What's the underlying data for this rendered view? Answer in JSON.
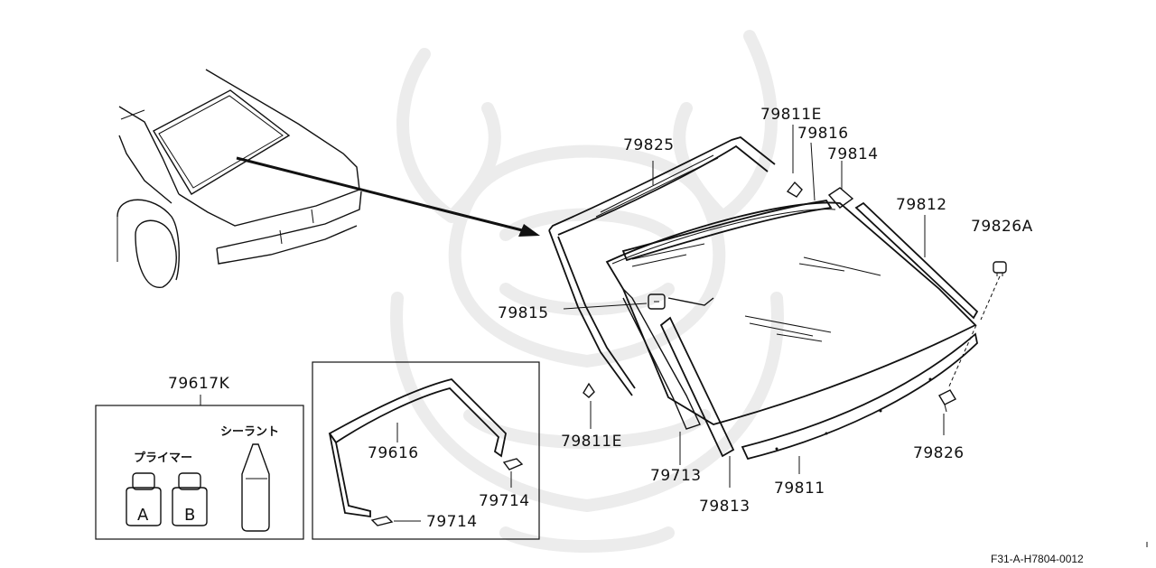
{
  "parts": {
    "p79825": "79825",
    "p79811E_top": "79811E",
    "p79816": "79816",
    "p79814": "79814",
    "p79812": "79812",
    "p79826A": "79826A",
    "p79815": "79815",
    "p79811E_bottom": "79811E",
    "p79617K": "79617K",
    "p79616": "79616",
    "p79714_right": "79714",
    "p79714_bottom": "79714",
    "p79713": "79713",
    "p79813": "79813",
    "p79811": "79811",
    "p79826": "79826"
  },
  "kit": {
    "sealant_label": "シーラント",
    "primer_label": "プライマー",
    "bottle_a": "A",
    "bottle_b": "B"
  },
  "footer": {
    "diagram_code": "F31-A-H7804-0012"
  }
}
